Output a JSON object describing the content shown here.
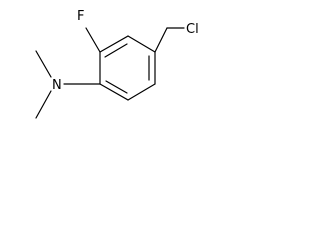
{
  "molecule": {
    "atoms": {
      "fluorine": "F",
      "nitrogen": "N",
      "chlorine": "Cl"
    },
    "colors": {
      "bond": "#000000",
      "label": "#000000",
      "background": "#ffffff"
    }
  }
}
